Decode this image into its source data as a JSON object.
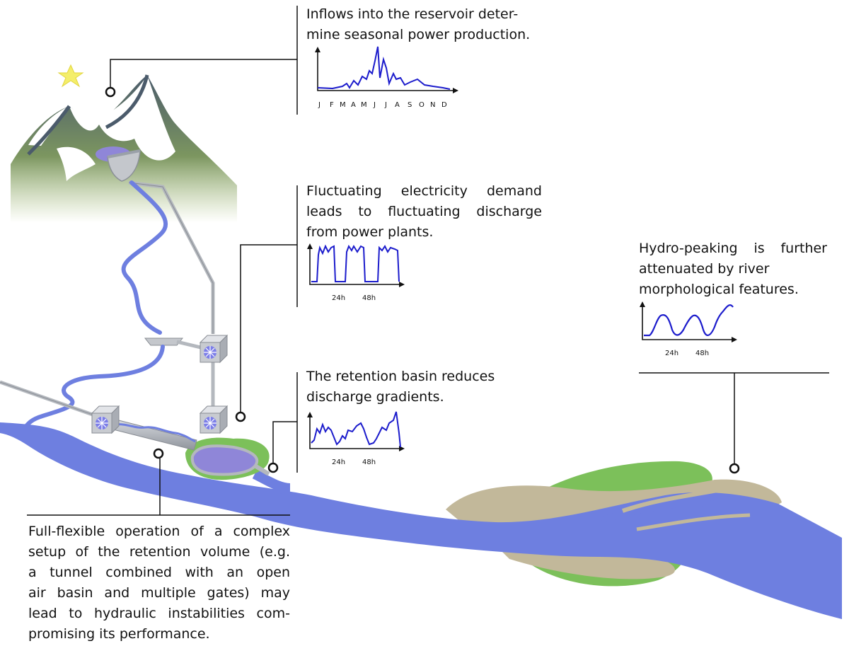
{
  "callouts": {
    "inflows": {
      "lines": [
        "Inflows into the reservoir deter-",
        "mine seasonal power production."
      ]
    },
    "demand": {
      "lines": [
        "Fluctuating electricity demand",
        "leads to fluctuating discharge",
        "from power plants."
      ]
    },
    "retention": {
      "lines": [
        "The retention basin reduces",
        "discharge gradients."
      ]
    },
    "morphology": {
      "lines": [
        "Hydro-peaking  is further",
        "attenuated by river",
        "morphological features."
      ]
    },
    "operation": {
      "lines": [
        "Full-flexible operation of a complex",
        "setup of the retention volume (e.g.",
        "a tunnel combined with an open",
        "air basin and multiple gates) may",
        "lead to hydraulic instabilities com-",
        "promising its performance."
      ]
    }
  },
  "charts": {
    "seasonal": {
      "months": [
        "J",
        "F",
        "M",
        "A",
        "M",
        "J",
        "J",
        "A",
        "S",
        "O",
        "N",
        "D"
      ]
    },
    "demand": {
      "ticks": [
        "24h",
        "48h"
      ]
    },
    "retention": {
      "ticks": [
        "24h",
        "48h"
      ]
    },
    "morphology": {
      "ticks": [
        "24h",
        "48h"
      ]
    }
  },
  "colors": {
    "water": "#6e7fe0",
    "reservoir": "#8f86d8",
    "vegetation": "#7cc05a",
    "sand": "#c2b89a",
    "mountain": "#4d5d6a",
    "hydrograph": "#1c1ccc",
    "sun": "#f4ee6a"
  }
}
